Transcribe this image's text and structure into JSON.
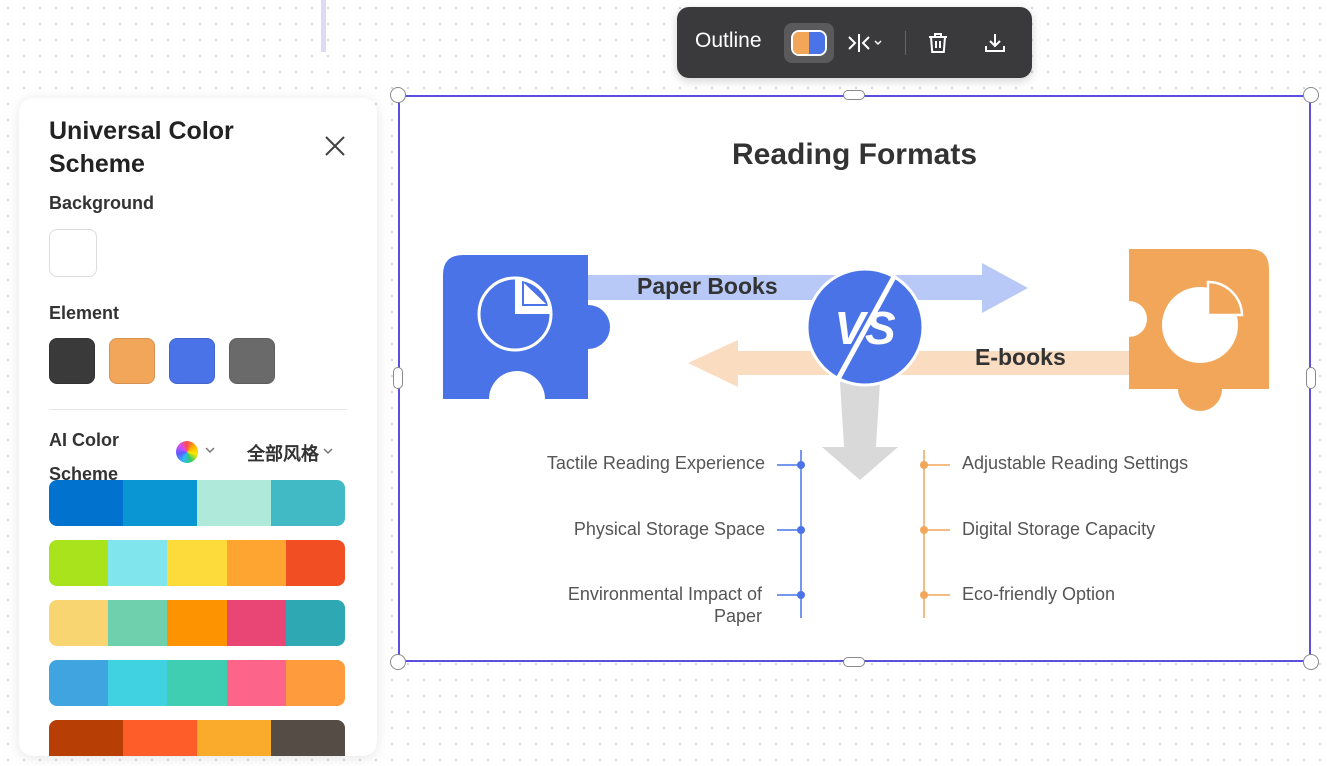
{
  "toolbar": {
    "outline_label": "Outline",
    "scheme_colors": [
      "#f2a65a",
      "#4a73e8"
    ]
  },
  "panel": {
    "title": "Universal Color Scheme",
    "background_label": "Background",
    "background_color": "#ffffff",
    "element_label": "Element",
    "element_colors": [
      "#3a3a3a",
      "#f2a65a",
      "#4a73e8",
      "#6a6a6a"
    ],
    "ai_title": "AI Color Scheme",
    "style_dropdown": "全部风格",
    "palettes": [
      [
        "#0272cf",
        "#0a95d3",
        "#aee9da",
        "#42bac6"
      ],
      [
        "#a8e31c",
        "#80e5ec",
        "#fddb3a",
        "#fda530",
        "#f24e23"
      ],
      [
        "#f8d570",
        "#6ed0ad",
        "#fe9300",
        "#e94575",
        "#2ea8b3"
      ],
      [
        "#3fa4df",
        "#40d2e1",
        "#40ceb3",
        "#fd6489",
        "#fe9b3d"
      ],
      [
        "#b73e05",
        "#fe5d29",
        "#fbab2c",
        "#554d45"
      ]
    ]
  },
  "diagram": {
    "title": "Reading Formats",
    "left_label": "Paper Books",
    "right_label": "E-books",
    "vs": "VS",
    "colors": {
      "blue": "#4a73e8",
      "orange": "#f2a65a",
      "blue_light": "#b8c9f8",
      "orange_light": "#fadcc0",
      "gray": "#d9d9d9"
    },
    "left_points": [
      "Tactile Reading Experience",
      "Physical Storage Space",
      "Environmental Impact of Paper"
    ],
    "right_points": [
      "Adjustable Reading Settings",
      "Digital Storage Capacity",
      "Eco-friendly Option"
    ]
  }
}
